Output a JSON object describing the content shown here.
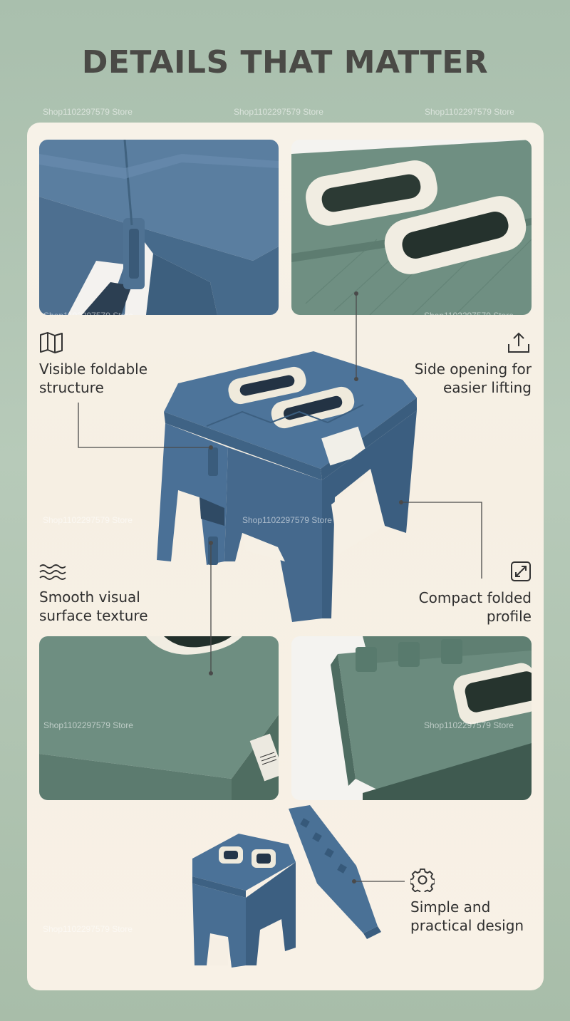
{
  "page": {
    "title": "DETAILS THAT MATTER",
    "watermark": "Shop1102297579 Store"
  },
  "colors": {
    "background": "#aec3b1",
    "card": "#f7f1e6",
    "stool_blue": "#4a7296",
    "stool_green": "#6d8d80",
    "text": "#2f2f2f",
    "title": "#4a4a46"
  },
  "features": [
    {
      "label": "Visible foldable\nstructure",
      "icon": "map-icon"
    },
    {
      "label": "Side opening for\neasier lifting",
      "icon": "upload-icon"
    },
    {
      "label": "Smooth visual\nsurface texture",
      "icon": "waves-icon"
    },
    {
      "label": "Compact folded\nprofile",
      "icon": "expand-icon"
    },
    {
      "label": "Simple and\npractical design",
      "icon": "gear-icon"
    }
  ]
}
